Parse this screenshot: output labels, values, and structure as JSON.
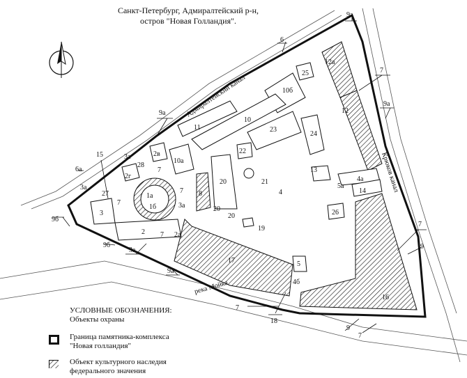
{
  "title": {
    "line1": "Санкт-Петербург, Адмиралтейский р-н,",
    "line2": "остров \"Новая Голландия\"."
  },
  "water_labels": {
    "admiralty_canal": "Адмиралтейский канал",
    "kryukov_canal": "Крюков канал",
    "moika": "река Мойка"
  },
  "legend": {
    "heading": "УСЛОВНЫЕ ОБОЗНАЧЕНИЯ:",
    "subheading": "Объекты охраны",
    "boundary_label_1": "Граница памятника-комплекса",
    "boundary_label_2": "\"Новая голландия\"",
    "heritage_label_1": "Объект культурного наследия",
    "heritage_label_2": "федерального значения"
  },
  "labels": {
    "l9a_top": "9а",
    "l6": "6",
    "l12a": "12а",
    "l25": "25",
    "l7_ne": "7",
    "l10b": "10б",
    "l12": "12",
    "l9a_e": "9а",
    "l10": "10",
    "l23": "23",
    "l24": "24",
    "l11": "11",
    "l9a_n": "9а",
    "l15": "15",
    "l3a_1": "3а",
    "l28": "28",
    "l2v": "2в",
    "l10a": "10а",
    "l22": "22",
    "l7_in1": "7",
    "l2g": "2г",
    "l13": "13",
    "l6a": "6а",
    "l3a_2": "3а",
    "l27": "27",
    "l1a": "1а",
    "l7_in2": "7",
    "l8": "8",
    "l20a": "20",
    "l21": "21",
    "l4": "4",
    "l4a": "4а",
    "l5a": "5а",
    "l14": "14",
    "l1b": "1б",
    "l7_in3": "7",
    "l3a_3": "3а",
    "l20b": "20",
    "l20c": "20",
    "l26": "26",
    "l9b_1": "9б",
    "l3": "3",
    "l2a": "2а",
    "l19": "19",
    "l2": "2",
    "l7_in4": "7",
    "l7_e": "7",
    "l9_e": "9",
    "l9b_2": "9б",
    "l3a_4": "3а",
    "l17": "17",
    "l5": "5",
    "l9a_sw": "9а",
    "l4b": "4б",
    "l16": "16",
    "l7_s": "7",
    "l18": "18",
    "l9_s": "9",
    "l7_s2": "7"
  },
  "colors": {
    "ink": "#111111",
    "paper": "#ffffff",
    "road": "#bdbdbd"
  },
  "icons": {
    "north_arrow": "compass-north-arrow"
  }
}
